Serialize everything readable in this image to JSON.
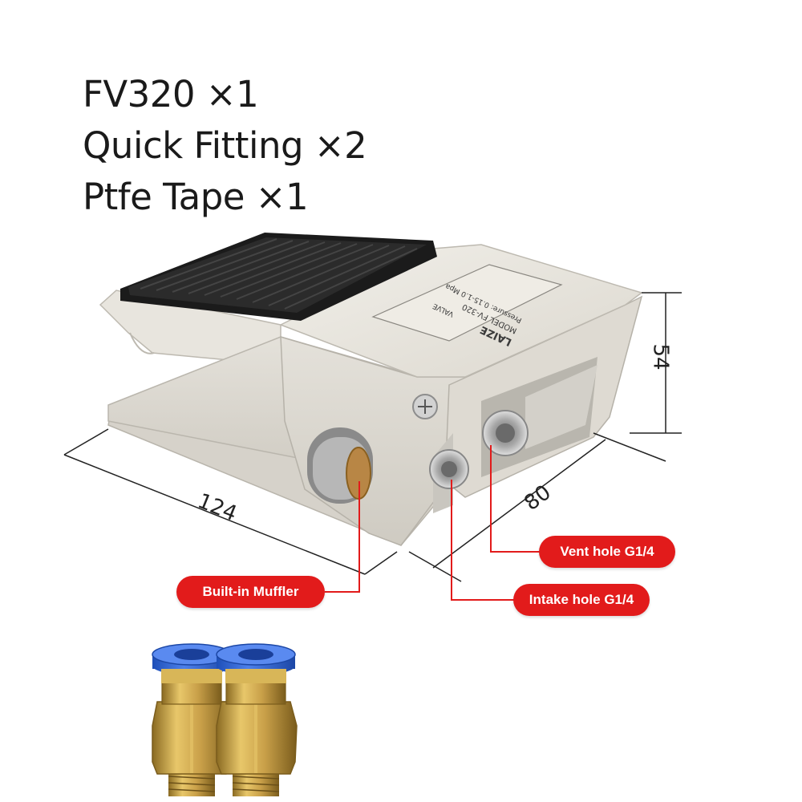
{
  "contents": [
    {
      "name": "FV320",
      "qty": "×1"
    },
    {
      "name": "Quick Fitting",
      "qty": "×2"
    },
    {
      "name": "Ptfe Tape",
      "qty": "×1"
    }
  ],
  "product": {
    "plate": {
      "brand": "LAIZE",
      "type": "VALVE",
      "model": "MODEL FV-320",
      "pressure": "Pressure: 0.15-1.0 Mpa"
    }
  },
  "dimensions": {
    "length": "124",
    "width": "80",
    "height": "54"
  },
  "callouts": {
    "muffler": "Built-in Muffler",
    "vent": "Vent hole G1/4",
    "intake": "Intake hole G1/4"
  },
  "colors": {
    "callout_red": "#e21b1b",
    "body_beige": "#e6e3dc",
    "pedal_black": "#1b1b1b",
    "fitting_blue": "#2f63d6",
    "fitting_brass": "#c9a049"
  }
}
